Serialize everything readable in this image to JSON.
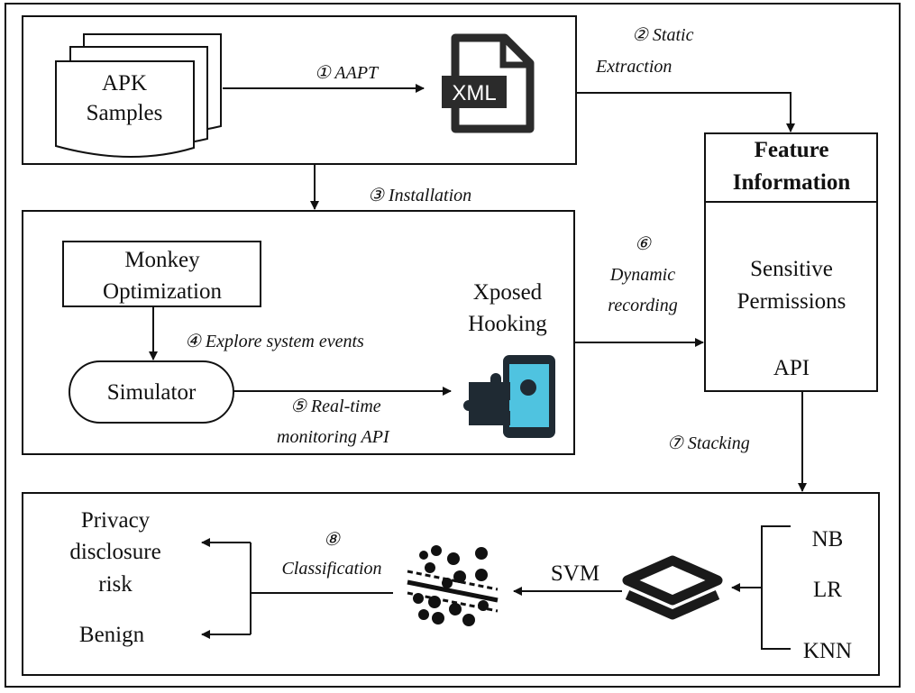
{
  "apk_samples": [
    "APK",
    "Samples"
  ],
  "xml_icon": {
    "label": "XML",
    "icon": "xml-file-icon"
  },
  "steps": {
    "s1": "① AAPT",
    "s2": [
      "② Static",
      "Extraction"
    ],
    "s3": "③ Installation",
    "s4": "④ Explore system events",
    "s5": [
      "⑤  Real-time",
      "monitoring API"
    ],
    "s6": [
      "⑥",
      "Dynamic",
      "recording"
    ],
    "s7": "⑦ Stacking",
    "s8": [
      "⑧",
      "Classification"
    ]
  },
  "monkey": [
    "Monkey",
    "Optimization"
  ],
  "simulator": "Simulator",
  "xposed": {
    "label": [
      "Xposed",
      "Hooking"
    ],
    "icon": "xposed-puzzle-phone-icon",
    "color": "#4fc3e0"
  },
  "feature": {
    "title": [
      "Feature",
      "Information"
    ],
    "items": [
      "Sensitive",
      "Permissions",
      "API"
    ]
  },
  "classifiers": [
    "NB",
    "LR",
    "KNN"
  ],
  "svm": "SVM",
  "stack_icon": "layers-icon",
  "classification_icon": "scatter-separator-icon",
  "outputs": {
    "risk": [
      "Privacy",
      "disclosure",
      "risk"
    ],
    "benign": "Benign"
  }
}
